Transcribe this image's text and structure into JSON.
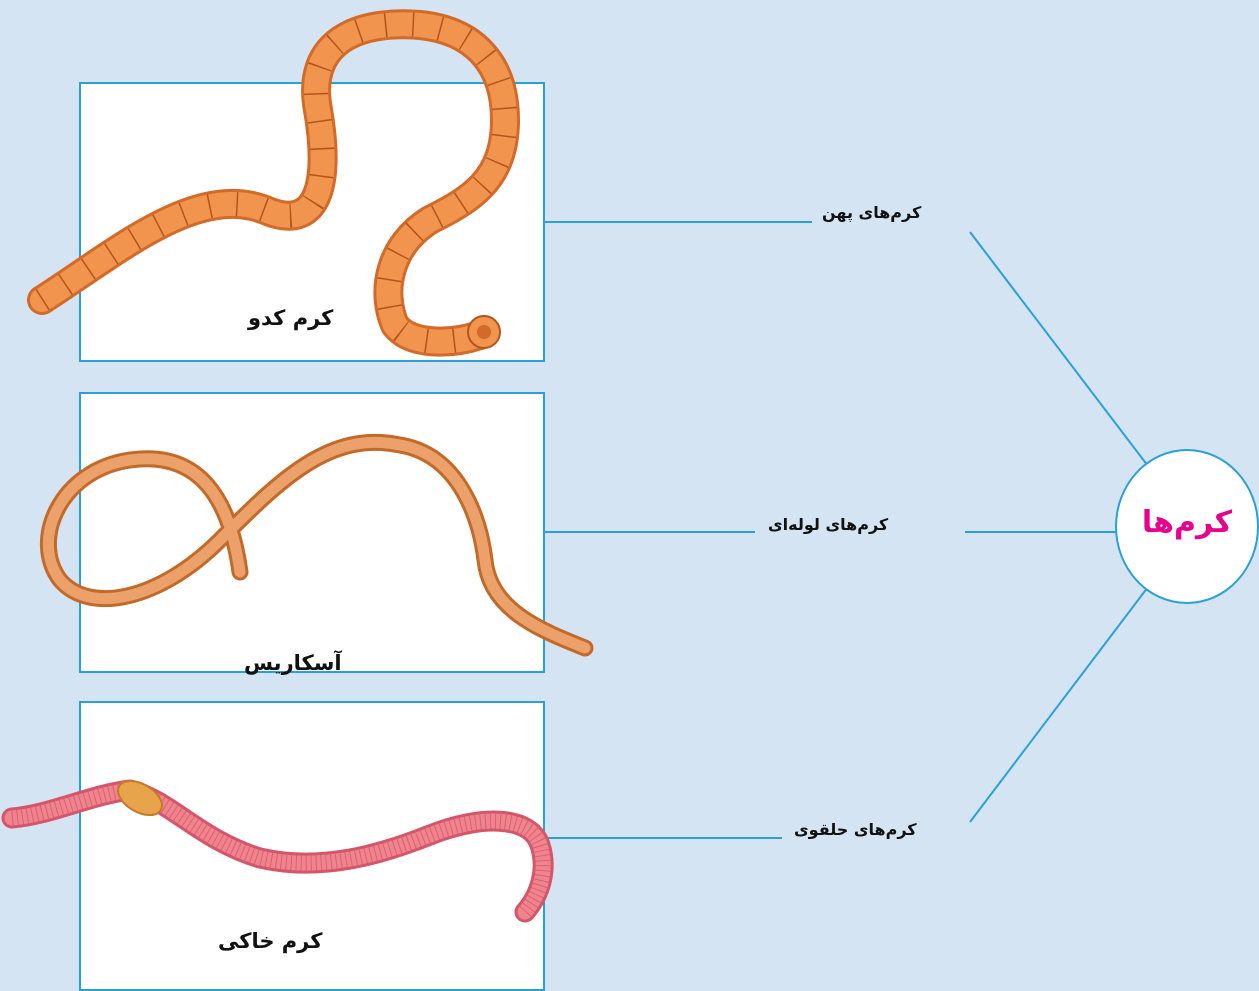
{
  "hub": {
    "label": "کرم‌ها",
    "color": "#e6008c"
  },
  "branches": [
    {
      "label": "کرم‌های پهن",
      "example": "کرم کدو"
    },
    {
      "label": "کرم‌های لوله‌ای",
      "example": "آسکاریس"
    },
    {
      "label": "کرم‌های حلقوی",
      "example": "کرم خاکی"
    }
  ],
  "colors": {
    "background": "#d5e4f3",
    "line": "#2aa0d6",
    "panel": "#ffffff"
  }
}
